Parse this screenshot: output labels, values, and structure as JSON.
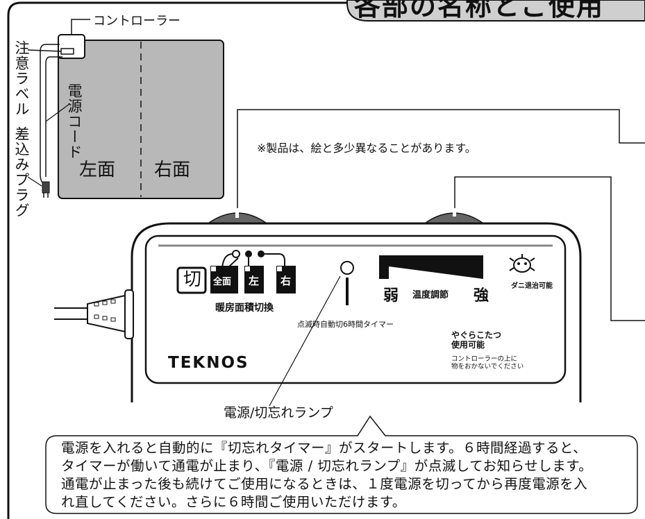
{
  "title": "各部の名称とご使用",
  "diagram_labels": {
    "controller": "コントローラー",
    "caution_label": "注意ラベル",
    "plug": "差込みプラグ",
    "cord": "電源コード",
    "left_side": "左面",
    "right_side": "右面"
  },
  "disclaimer": "※製品は、絵と多少異なることがあります。",
  "controller_panel": {
    "off_label": "切",
    "all_label": "全面",
    "left_label": "左",
    "right_label": "右",
    "area_switch_caption": "暖房面積切換",
    "timer_caption": "点滅時自動切6時間タイマー",
    "weak_label": "弱",
    "temp_caption": "温度調節",
    "strong_label": "強",
    "mite_caption": "ダニ退治可能",
    "kotatsu_line1": "やぐらこたつ",
    "kotatsu_line2": "使用可能",
    "caution_line1": "コントローラーの上に",
    "caution_line2": "物をおかないでください",
    "brand": "TEKNOS"
  },
  "lamp_label": "電源/切忘れランプ",
  "note_lines": [
    "電源を入れると自動的に『切忘れタイマー』がスタートします。６時間経過すると、",
    "タイマーが働いて通電が止まり、『電源 / 切忘れランプ』が点滅してお知らせします。",
    "通電が止まった後も続けてご使用になるときは、１度電源を切ってから再度電源を入",
    "れ直してください。さらに６時間ご使用いただけます。"
  ]
}
